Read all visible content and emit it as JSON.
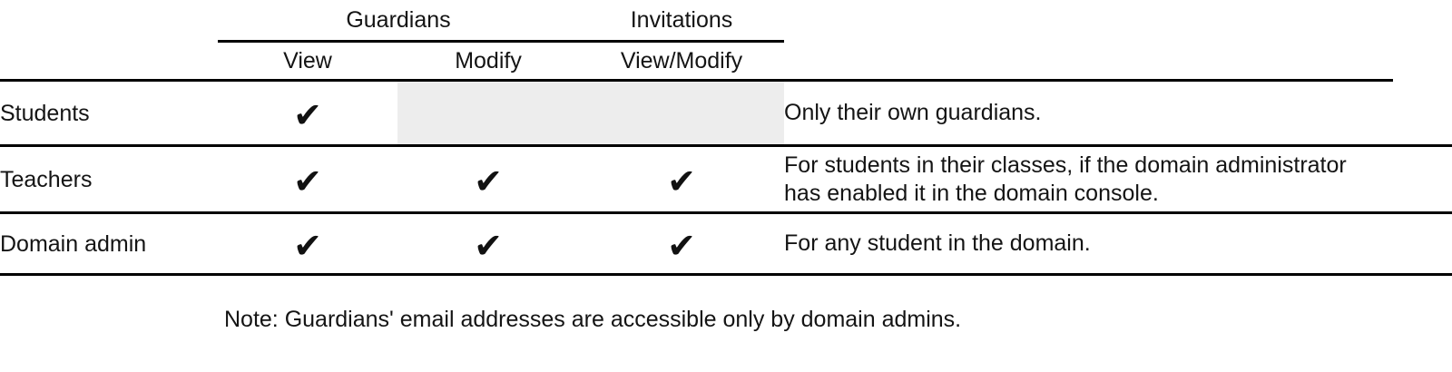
{
  "table": {
    "column_groups": [
      {
        "label": "Guardians",
        "span": 2
      },
      {
        "label": "Invitations",
        "span": 1
      }
    ],
    "columns": [
      {
        "key": "role",
        "label": ""
      },
      {
        "key": "view",
        "label": "View"
      },
      {
        "key": "modify",
        "label": "Modify"
      },
      {
        "key": "invitations",
        "label": "View/Modify"
      },
      {
        "key": "description",
        "label": ""
      }
    ],
    "rows": [
      {
        "role": "Students",
        "view": "check",
        "modify": "shaded",
        "invitations": "shaded",
        "description_lines": [
          "Only their own guardians."
        ]
      },
      {
        "role": "Teachers",
        "view": "check",
        "modify": "check",
        "invitations": "check",
        "description_lines": [
          "For students in their classes, if the domain administrator",
          "has enabled it in the domain console."
        ]
      },
      {
        "role": "Domain admin",
        "view": "check",
        "modify": "check",
        "invitations": "check",
        "description_lines": [
          "For any student in the domain."
        ]
      }
    ]
  },
  "icons": {
    "check_glyph": "✔"
  },
  "note": {
    "text": "Note: Guardians' email addresses are accessible only by domain admins."
  },
  "colors": {
    "rule": "#000000",
    "shaded_cell": "#ededed",
    "text": "#141414",
    "background": "#ffffff"
  }
}
